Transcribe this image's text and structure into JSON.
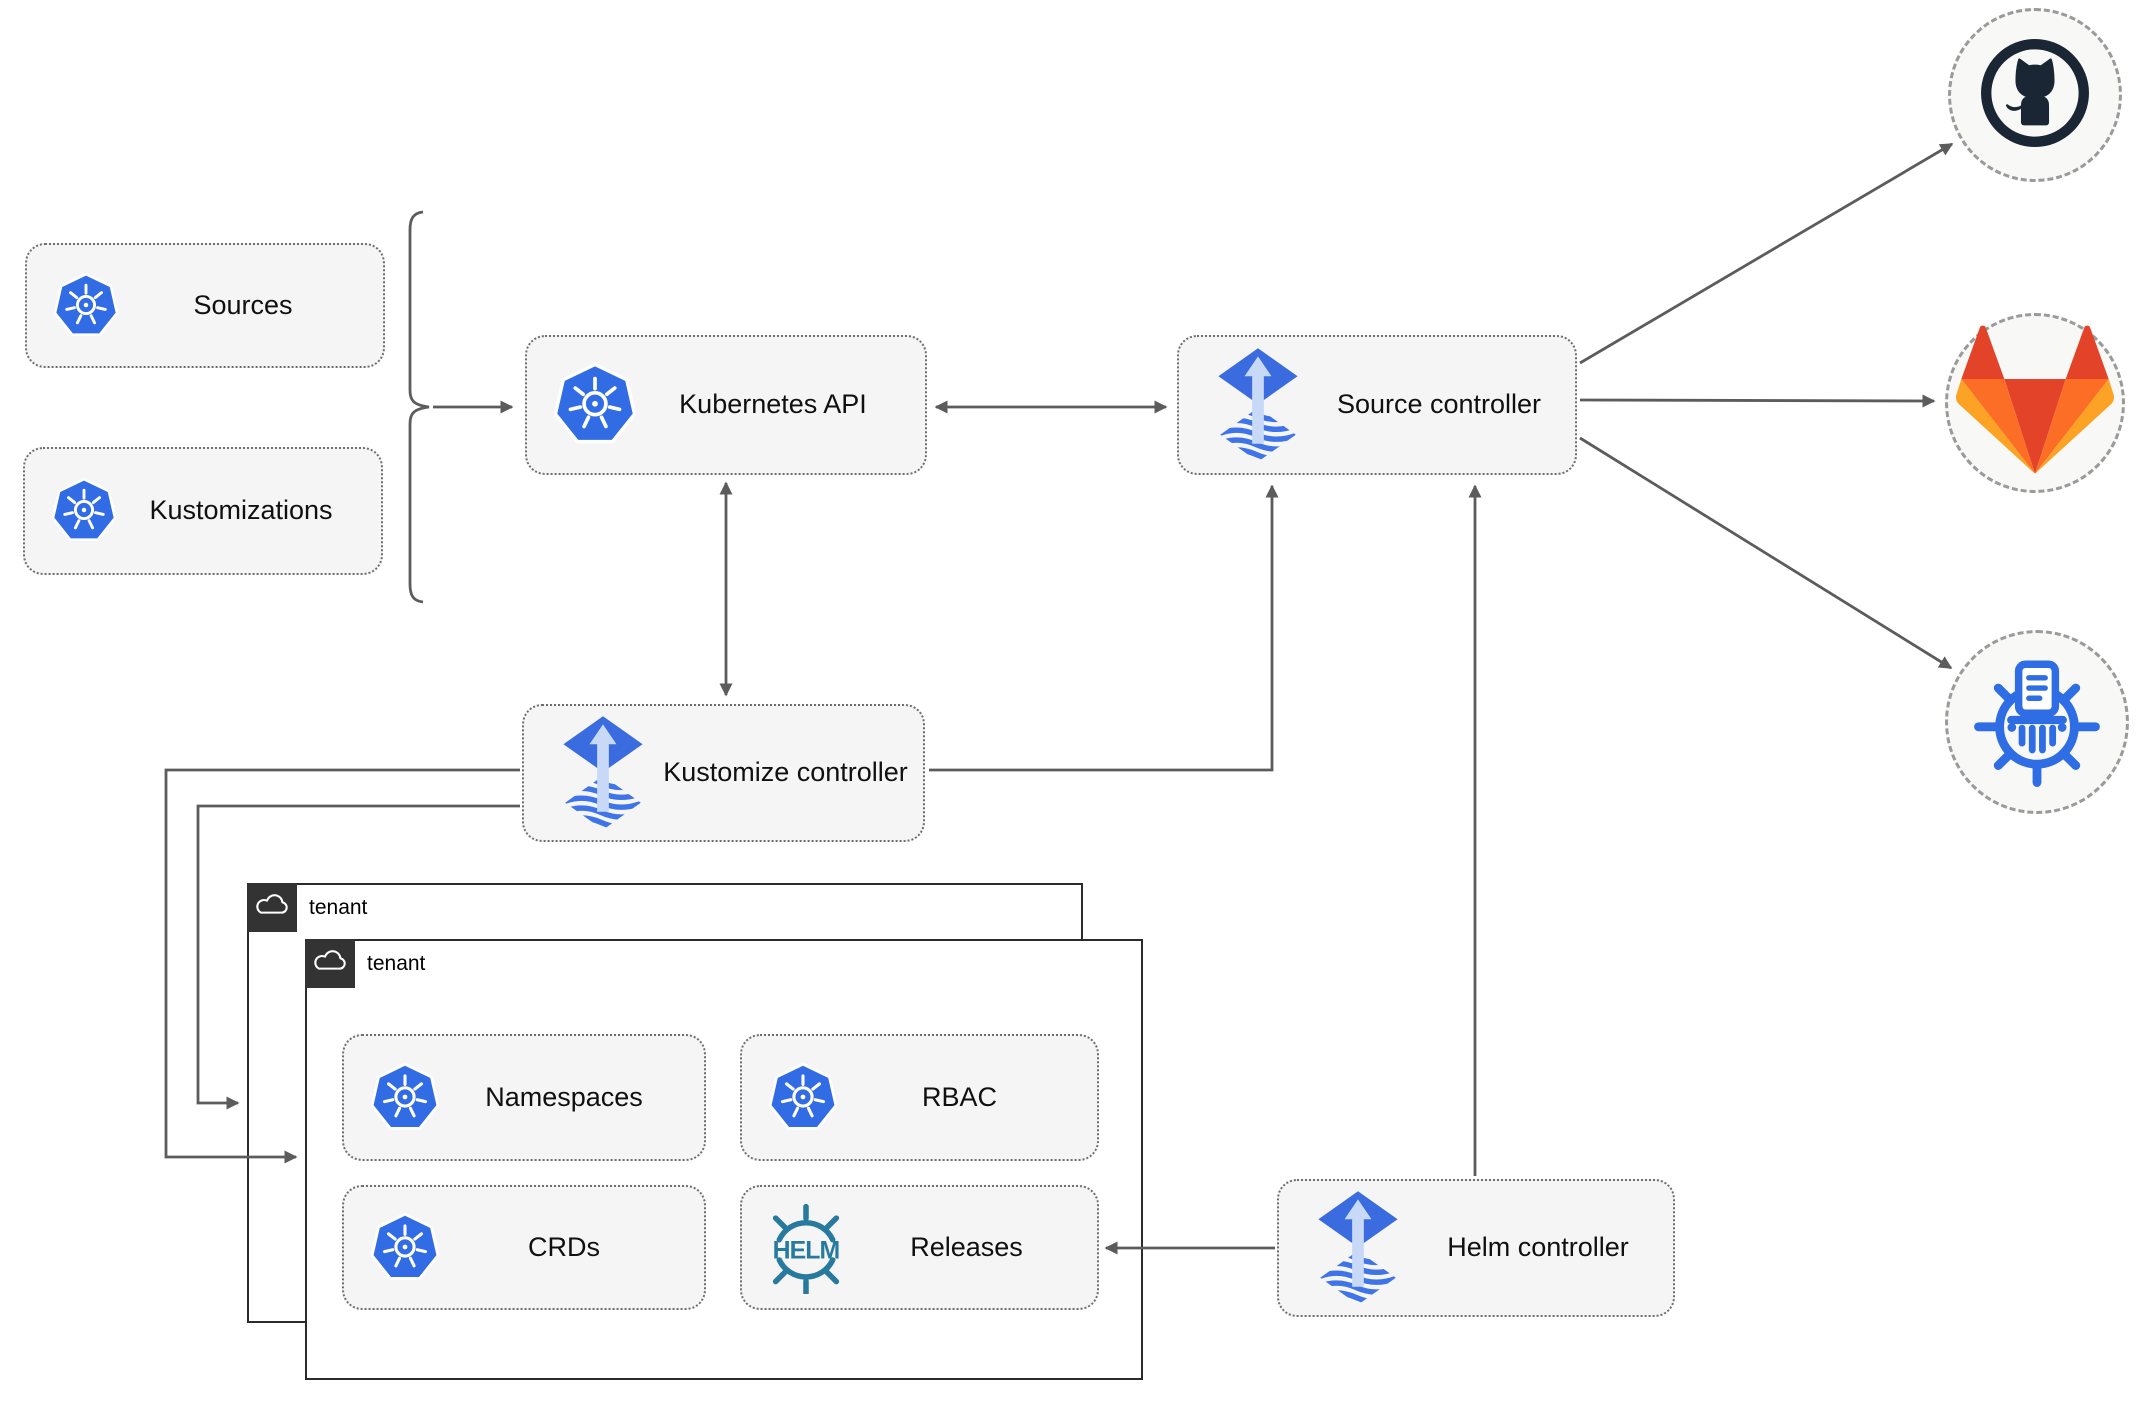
{
  "diagram": {
    "resources": {
      "sources": "Sources",
      "kustomizations": "Kustomizations"
    },
    "nodes": {
      "kubernetes_api": "Kubernetes API",
      "source_controller": "Source controller",
      "kustomize_controller": "Kustomize controller",
      "helm_controller": "Helm controller"
    },
    "tenants": {
      "back": "tenant",
      "front": "tenant"
    },
    "items": {
      "namespaces": "Namespaces",
      "rbac": "RBAC",
      "crds": "CRDs",
      "releases": "Releases"
    },
    "logos": {
      "helm_text": "HELM",
      "icons": [
        "kubernetes-icon",
        "flux-icon",
        "helm-icon",
        "github-icon",
        "gitlab-icon",
        "chartmuseum-icon",
        "cloud-icon"
      ]
    },
    "edges": [
      {
        "from": "sources-and-kustomizations-brace",
        "to": "kubernetes-api",
        "style": "arrow"
      },
      {
        "from": "kubernetes-api",
        "to": "source-controller",
        "style": "double-arrow"
      },
      {
        "from": "kubernetes-api",
        "to": "kustomize-controller",
        "style": "double-arrow"
      },
      {
        "from": "kustomize-controller",
        "to": "source-controller",
        "style": "arrow"
      },
      {
        "from": "kustomize-controller",
        "to": "tenant-back",
        "style": "arrow"
      },
      {
        "from": "kustomize-controller",
        "to": "tenant-front",
        "style": "arrow"
      },
      {
        "from": "helm-controller",
        "to": "source-controller",
        "style": "arrow"
      },
      {
        "from": "helm-controller",
        "to": "releases",
        "style": "arrow"
      },
      {
        "from": "source-controller",
        "to": "github",
        "style": "arrow"
      },
      {
        "from": "source-controller",
        "to": "gitlab",
        "style": "arrow"
      },
      {
        "from": "source-controller",
        "to": "chartmuseum",
        "style": "arrow"
      }
    ],
    "colors": {
      "kubernetes_blue": "#326ce5",
      "flux_blue": "#3a6ce0",
      "flux_light_arrow": "#c7d9f6",
      "helm_teal": "#277a9e",
      "github_dark": "#1a2633",
      "gitlab_red": "#e24329",
      "gitlab_orange": "#fc6d26",
      "gitlab_yellow": "#fca326",
      "chartmuseum_blue": "#2e6de4",
      "arrow_gray": "#5c5c5c",
      "box_fill": "#f5f5f5",
      "box_border": "#6e6e6e",
      "tenant_tab_dark": "#333333",
      "circle_fill": "#f8f8f6"
    }
  }
}
